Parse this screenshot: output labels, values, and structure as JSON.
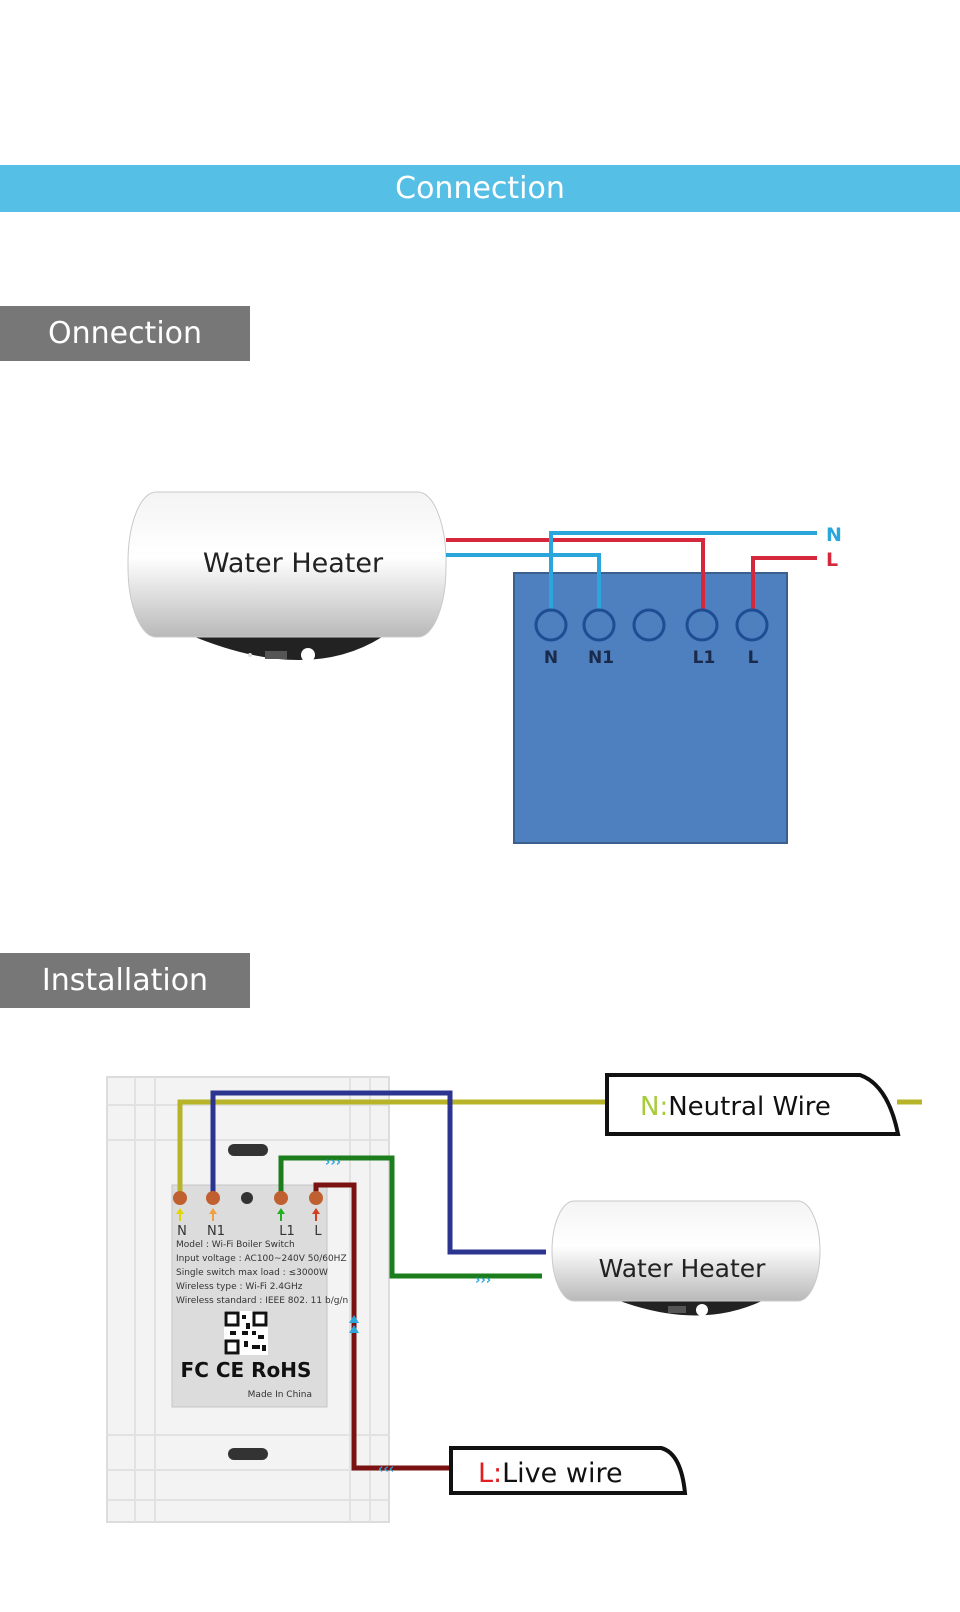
{
  "banner": {
    "title": "Connection"
  },
  "sections": {
    "connection": {
      "label": "Onnection"
    },
    "installation": {
      "label": "Installation"
    }
  },
  "connection_diagram": {
    "heater_label": "Water Heater",
    "line_labels": {
      "neutral": "N",
      "live": "L"
    },
    "terminals": [
      "N",
      "N1",
      "",
      "L1",
      "L"
    ],
    "colors": {
      "module": "#4e7fbf",
      "neutral_wire": "#2aa6dc",
      "live_wire": "#d5283d"
    }
  },
  "installation_diagram": {
    "heater_label": "Water Heater",
    "neutral_callout": {
      "prefix": "N:",
      "text": "Neutral Wire"
    },
    "live_callout": {
      "prefix": "L:",
      "text": "Live wire"
    },
    "terminals": [
      "N",
      "N1",
      "L1",
      "L"
    ],
    "spec_lines": [
      "Model : Wi-Fi Boiler Switch",
      "Input voltage : AC100~240V  50/60HZ",
      "Single switch max load : ≤3000W",
      "Wireless type : Wi-Fi 2.4GHz",
      "Wireless standard : IEEE 802. 11 b/g/n"
    ],
    "certifications": "FC CE RoHS",
    "made_in": "Made In China",
    "colors": {
      "neutral_wire": "#b7b42a",
      "n1_wire": "#2b3590",
      "l1_wire": "#1b7d1b",
      "live_wire": "#7a1212",
      "prefix_neutral": "#a6cc38",
      "prefix_live": "#e02020"
    }
  }
}
